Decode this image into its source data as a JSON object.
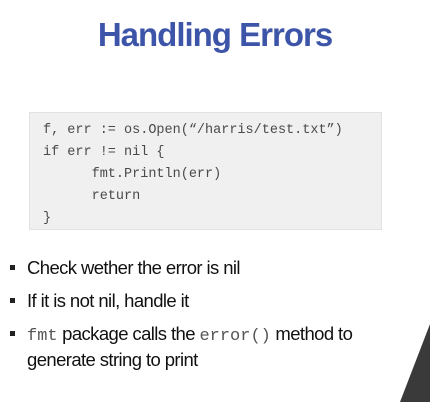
{
  "slide": {
    "title": "Handling Errors",
    "code_lines": [
      "f, err := os.Open(“/harris/test.txt”)",
      "if err != nil {",
      "      fmt.Println(err)",
      "      return",
      "}"
    ],
    "bullets": [
      {
        "text": "Check wether the error is nil"
      },
      {
        "text": "If it is not nil, handle it"
      },
      {
        "code1": "fmt",
        "text1": " package calls the ",
        "code2": "error()",
        "text2": " method to",
        "continuation": "generate string to print"
      }
    ]
  },
  "colors": {
    "title": "#3d55a8",
    "code_background": "#f0f0f0",
    "code_text": "#4a4a4a",
    "bullet_text": "#111111",
    "corner_shape": "#3a3a3a"
  }
}
